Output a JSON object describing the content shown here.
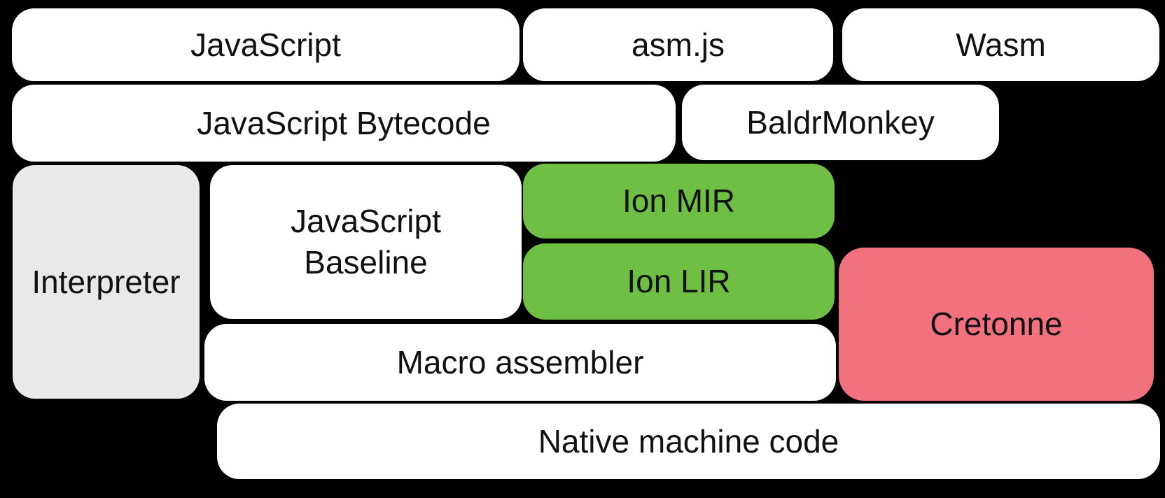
{
  "diagram": {
    "description": "Compiler pipeline layer diagram on black background",
    "background": "#000000",
    "colors": {
      "box_white": "#ffffff",
      "box_gray": "#e9e9e9",
      "box_green": "#6fbf44",
      "box_pink": "#f2717f",
      "text": "#111111"
    },
    "nodes": [
      {
        "id": "javascript",
        "label": "JavaScript",
        "color": "white"
      },
      {
        "id": "asmjs",
        "label": "asm.js",
        "color": "white"
      },
      {
        "id": "wasm",
        "label": "Wasm",
        "color": "white"
      },
      {
        "id": "javascript-bytecode",
        "label": "JavaScript Bytecode",
        "color": "white"
      },
      {
        "id": "baldrmonkey",
        "label": "BaldrMonkey",
        "color": "white"
      },
      {
        "id": "interpreter",
        "label": "Interpreter",
        "color": "gray"
      },
      {
        "id": "javascript-baseline",
        "label": "JavaScript\nBaseline",
        "color": "white"
      },
      {
        "id": "ion-mir",
        "label": "Ion MIR",
        "color": "green"
      },
      {
        "id": "ion-lir",
        "label": "Ion LIR",
        "color": "green"
      },
      {
        "id": "cretonne",
        "label": "Cretonne",
        "color": "pink"
      },
      {
        "id": "macro-assembler",
        "label": "Macro assembler",
        "color": "white"
      },
      {
        "id": "native-machine-code",
        "label": "Native machine code",
        "color": "white"
      }
    ]
  }
}
